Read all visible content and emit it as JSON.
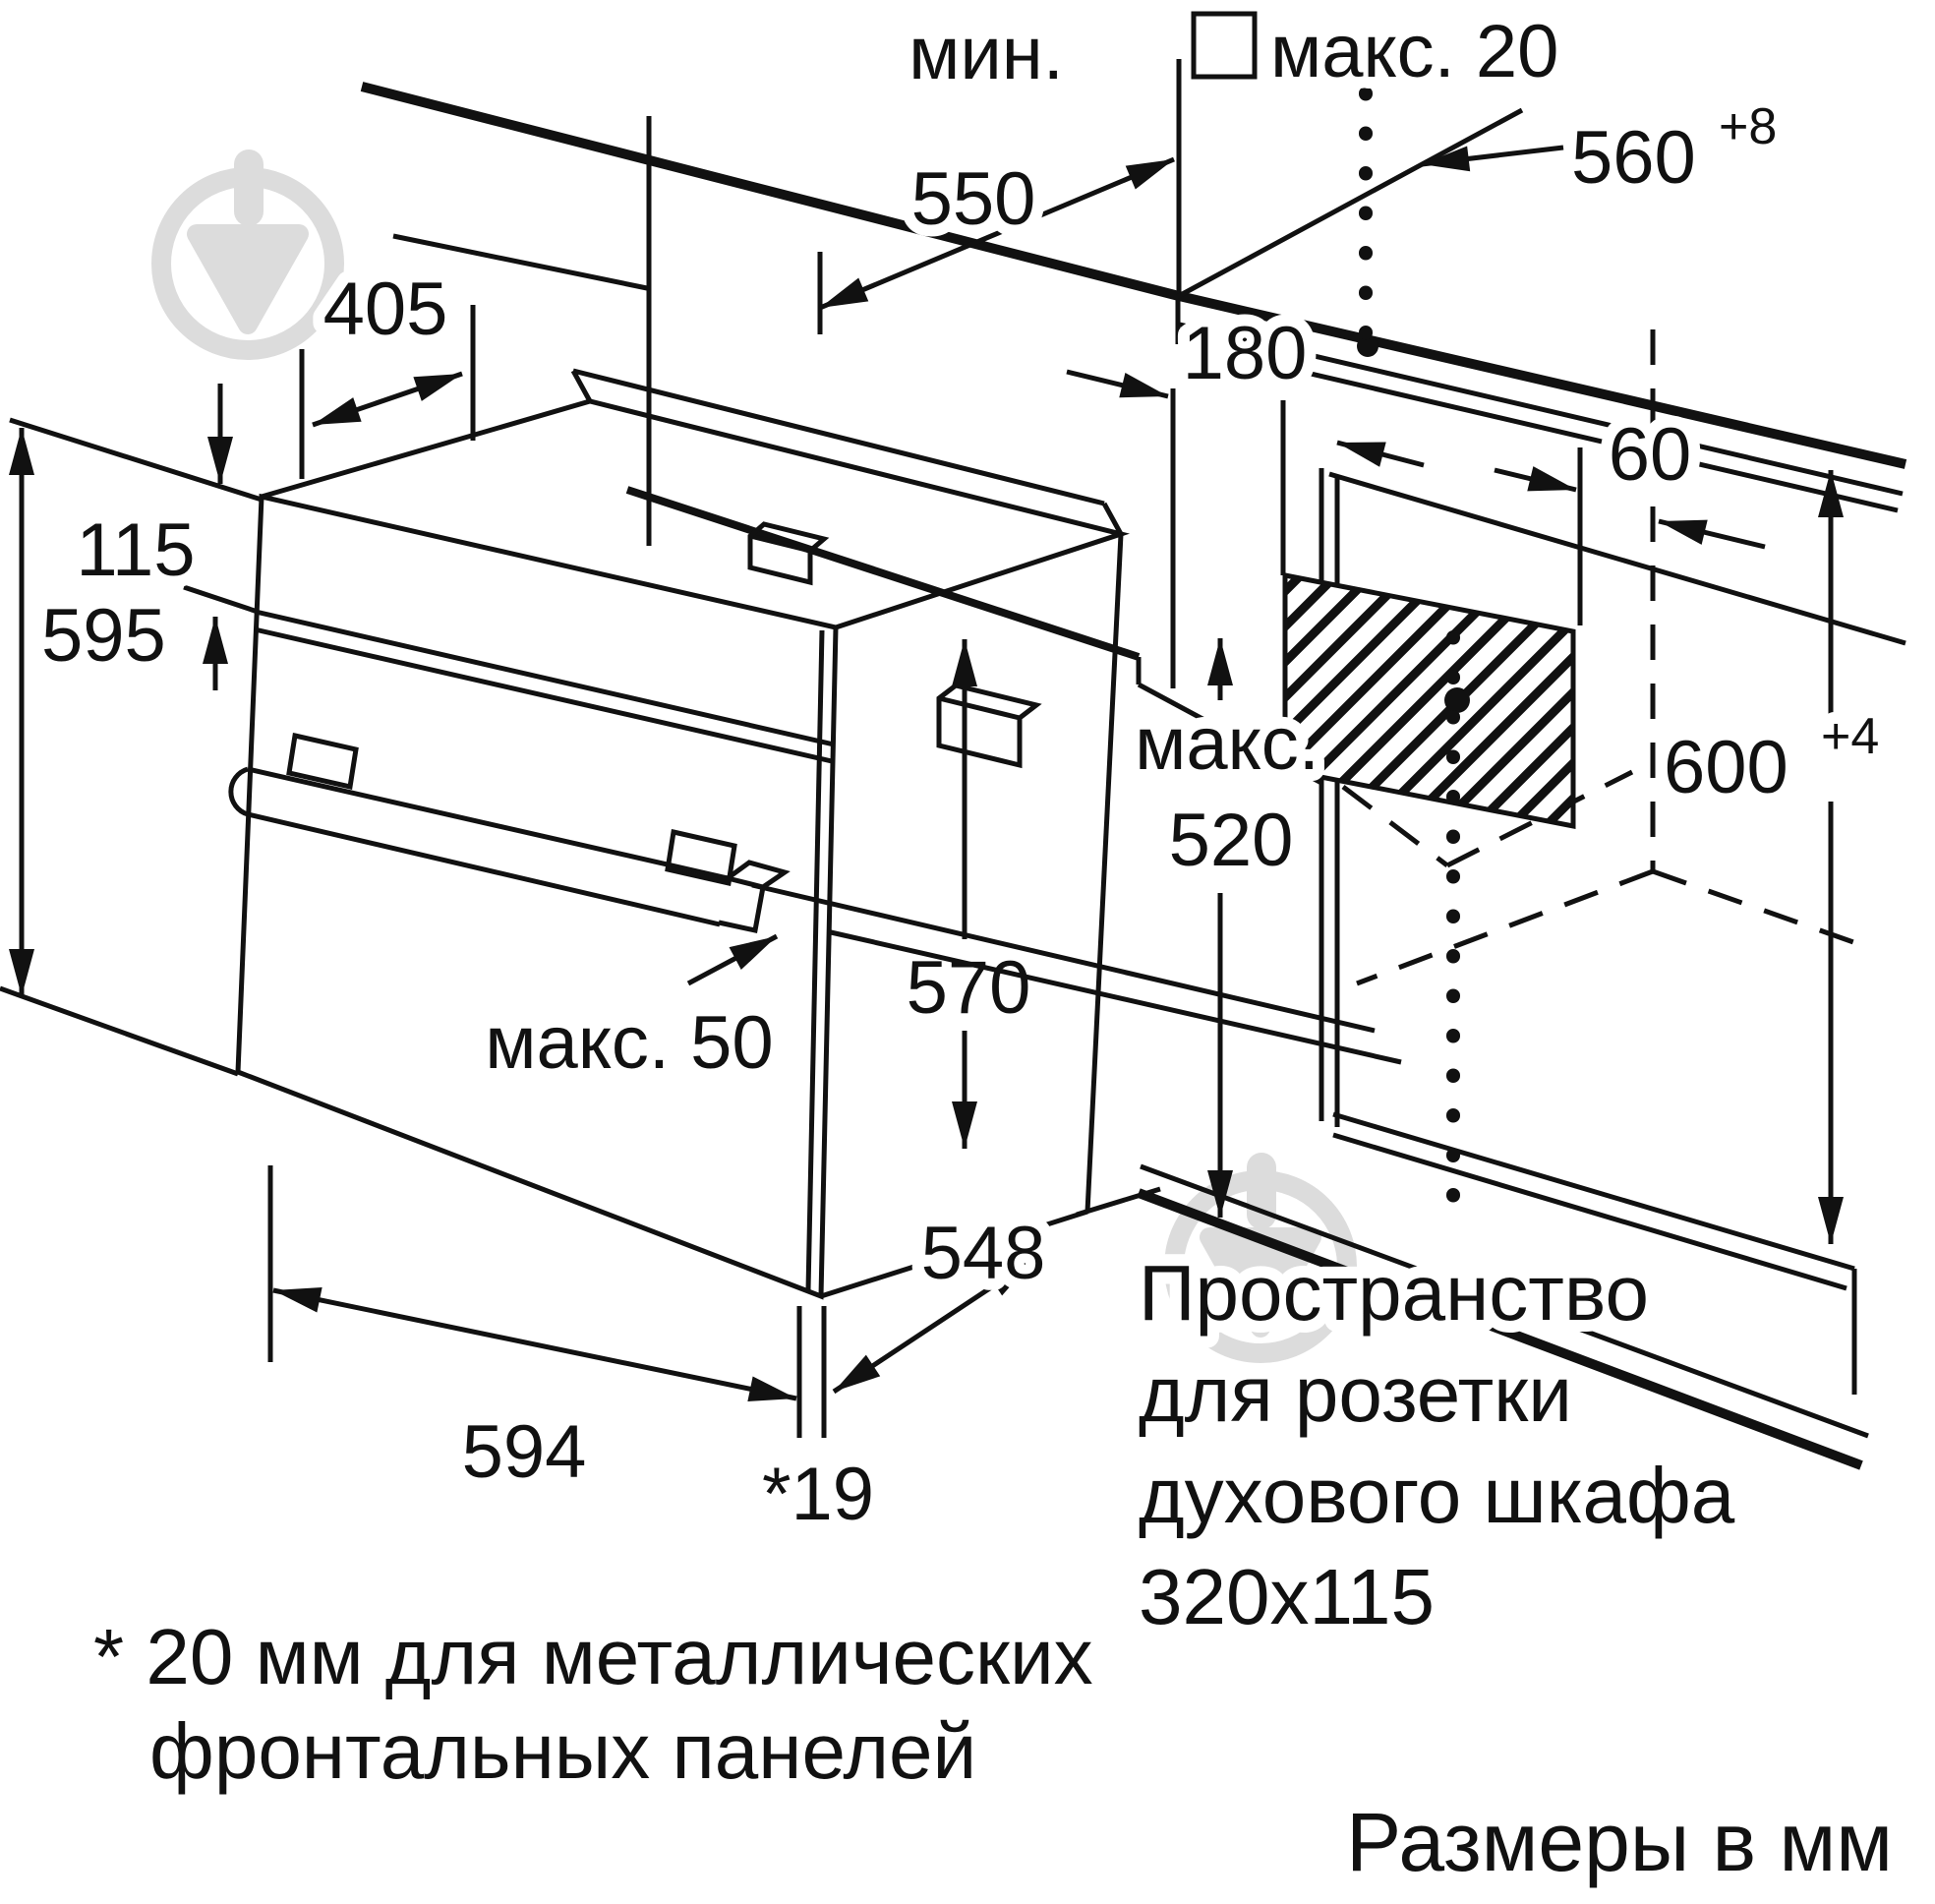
{
  "diagram": {
    "kind": "built-in oven installation drawing",
    "units_note": "Размеры в мм",
    "labels": {
      "min_clearance": {
        "prefix": "мин.",
        "value": "550"
      },
      "max_top": "макс. 20",
      "niche_width": {
        "value": "560",
        "tolerance": "+8"
      },
      "top_depth": "405",
      "panel_height": "115",
      "oven_height": "595",
      "socket_offset_front": "180",
      "socket_offset_side": "60",
      "niche_height": {
        "value": "600",
        "tolerance": "+4"
      },
      "max_depth": {
        "prefix": "макс.",
        "value": "520"
      },
      "body_height": "570",
      "max_handle": "макс. 50",
      "oven_width": "594",
      "body_depth": "548",
      "door_panel": "*19"
    },
    "socket_note": {
      "line1": "Пространство",
      "line2": "для розетки",
      "line3": "духового шкафа",
      "line4": "320x115"
    },
    "footnote": {
      "line1": "* 20 мм для металлических",
      "line2": "фронтальных панелей"
    },
    "colors": {
      "ink": "#111111",
      "watermark": "#dcdcdc"
    }
  }
}
